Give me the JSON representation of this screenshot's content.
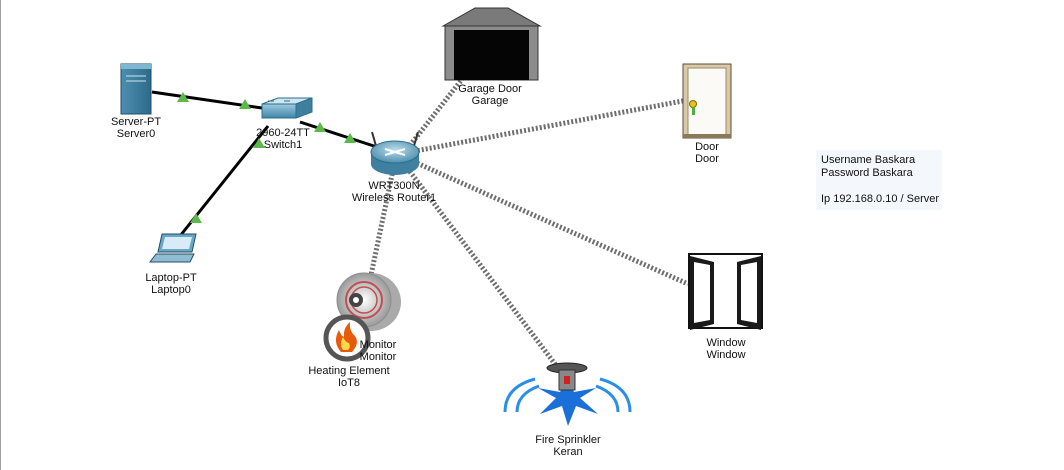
{
  "devices": {
    "server": {
      "model": "Server-PT",
      "name": "Server0"
    },
    "switch": {
      "model": "2960-24TT",
      "name": "Switch1"
    },
    "laptop": {
      "model": "Laptop-PT",
      "name": "Laptop0"
    },
    "router": {
      "model": "WRT300N",
      "name": "Wireless Router1"
    },
    "garage": {
      "model": "Garage Door",
      "name": "Garage"
    },
    "door": {
      "model": "Door",
      "name": "Door"
    },
    "window": {
      "model": "Window",
      "name": "Window"
    },
    "sprinkler": {
      "model": "Fire Sprinkler",
      "name": "Keran"
    },
    "monitor": {
      "model": "Monitor",
      "name": "Monitor"
    },
    "heating": {
      "model": "Heating Element",
      "name": "IoT8"
    }
  },
  "note": {
    "line1": "Username Baskara",
    "line2": "Password  Baskara",
    "line3": "Ip 192.168.0.10 / Server"
  },
  "colors": {
    "link_up_indicator": "#5cb84a",
    "wired_link": "#000000",
    "wireless_link": "#6e6e6e",
    "sprinkler_water": "#2a8ee8"
  }
}
